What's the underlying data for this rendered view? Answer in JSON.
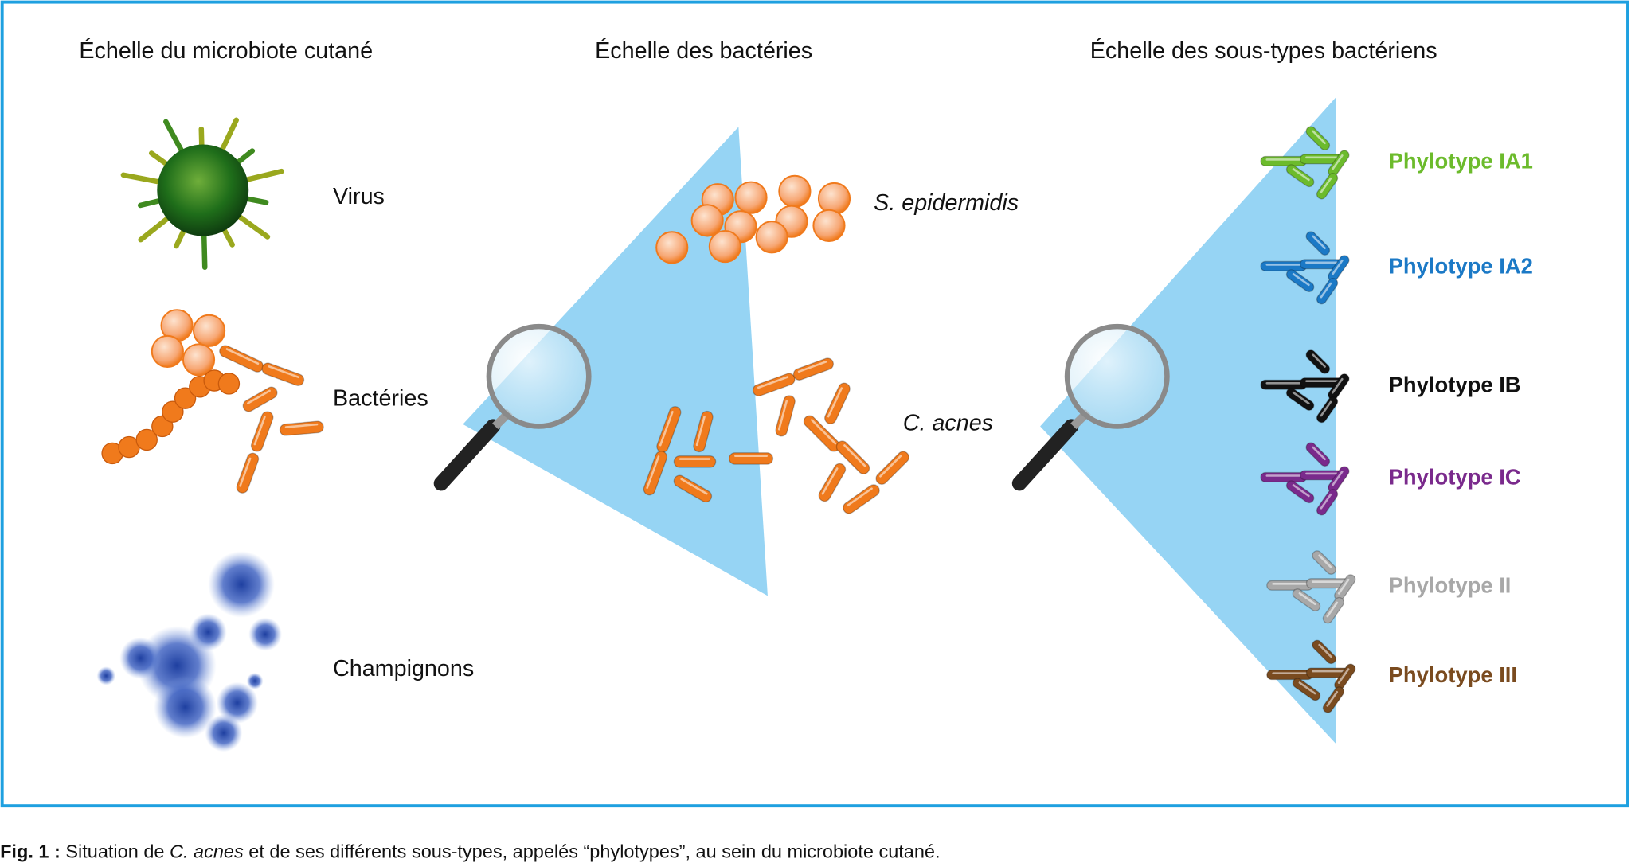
{
  "headings": {
    "skin_microbiota": "Échelle du microbiote cutané",
    "bacteria": "Échelle des bactéries",
    "subtypes": "Échelle des sous-types bactériens"
  },
  "microbiota_labels": {
    "virus": "Virus",
    "bacteria": "Bactéries",
    "fungi": "Champignons"
  },
  "species_labels": {
    "s_epidermidis": "S. epidermidis",
    "c_acnes": "C. acnes"
  },
  "phylotypes": [
    {
      "label": "Phylotype IA1",
      "color": "#6cbb2c"
    },
    {
      "label": "Phylotype IA2",
      "color": "#1b79c6"
    },
    {
      "label": "Phylotype IB",
      "color": "#111111"
    },
    {
      "label": "Phylotype IC",
      "color": "#7a2a8c"
    },
    {
      "label": "Phylotype II",
      "color": "#a8a8a8"
    },
    {
      "label": "Phylotype III",
      "color": "#7a4b1f"
    }
  ],
  "caption": {
    "label": "Fig. 1 :",
    "part1": " Situation de ",
    "italic": "C. acnes",
    "part2": " et de ses différents sous-types, appelés “phylotypes”, au sein du microbiote cutané."
  },
  "colors": {
    "frame": "#1ea0e0",
    "zoom_cone": "#96d4f4",
    "bacteria": "#f07a1c",
    "virus": "#2e7d1e",
    "fungi": "#2e4fae"
  }
}
